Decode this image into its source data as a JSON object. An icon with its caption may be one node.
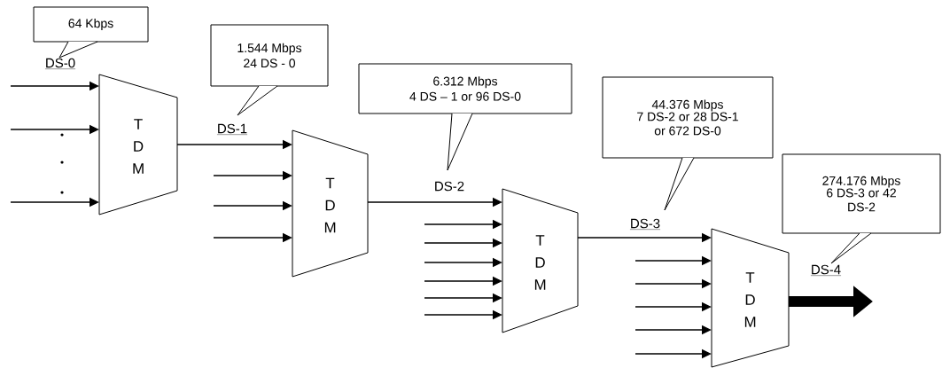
{
  "diagram": {
    "nodes": [
      {
        "text": [
          "64 Kbps"
        ]
      },
      {
        "text": [
          "T D M"
        ]
      },
      {
        "text": [
          "1.544 Mbps",
          "24 DS - 0"
        ]
      },
      {
        "text": [
          "T D M"
        ]
      },
      {
        "text": [
          "6.312 Mbps",
          "4 DS – 1 or 96 DS-0"
        ]
      },
      {
        "text": [
          "T D M"
        ]
      },
      {
        "text": [
          "44.376 Mbps",
          "7 DS-2 or 28 DS-1 or 672 DS-0"
        ]
      },
      {
        "text": [
          "T D M"
        ]
      },
      {
        "text": [
          "274.176 Mbps",
          "6 DS-3 or 42 DS-2"
        ]
      }
    ],
    "edges": [
      {
        "from": null,
        "to": 1,
        "arrow": "to",
        "label": "DS-0"
      },
      {
        "from": null,
        "to": 1,
        "arrow": "to"
      },
      {
        "from": null,
        "to": 1,
        "arrow": "to"
      },
      {
        "from": 1,
        "to": 3,
        "arrow": "to",
        "label": "DS-1"
      },
      {
        "from": null,
        "to": 3,
        "arrow": "to"
      },
      {
        "from": null,
        "to": 3,
        "arrow": "to"
      },
      {
        "from": null,
        "to": 3,
        "arrow": "to"
      },
      {
        "from": 3,
        "to": 5,
        "arrow": "to",
        "label": "DS-2"
      },
      {
        "from": null,
        "to": 5,
        "arrow": "to"
      },
      {
        "from": null,
        "to": 5,
        "arrow": "to"
      },
      {
        "from": null,
        "to": 5,
        "arrow": "to"
      },
      {
        "from": null,
        "to": 5,
        "arrow": "to"
      },
      {
        "from": null,
        "to": 5,
        "arrow": "to"
      },
      {
        "from": null,
        "to": 5,
        "arrow": "to"
      },
      {
        "from": 5,
        "to": 7,
        "arrow": "to",
        "label": "DS-3"
      },
      {
        "from": null,
        "to": 7,
        "arrow": "to"
      },
      {
        "from": null,
        "to": 7,
        "arrow": "to"
      },
      {
        "from": null,
        "to": 7,
        "arrow": "to"
      },
      {
        "from": null,
        "to": 7,
        "arrow": "to"
      },
      {
        "from": null,
        "to": 7,
        "arrow": "to"
      },
      {
        "from": 7,
        "to": null,
        "arrow": "to",
        "label": "DS-4",
        "style": "thick"
      }
    ]
  }
}
